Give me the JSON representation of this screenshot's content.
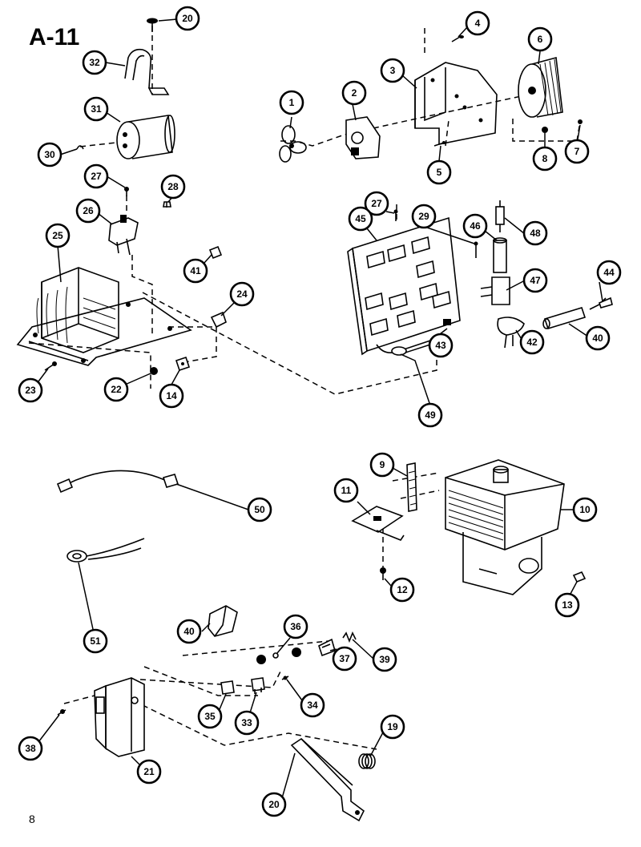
{
  "diagram": {
    "title": "A-11",
    "page_number": "8"
  },
  "callouts": [
    "1",
    "2",
    "3",
    "4",
    "6",
    "8",
    "7",
    "5",
    "20",
    "32",
    "31",
    "30",
    "27",
    "26",
    "28",
    "25",
    "41",
    "24",
    "23",
    "22",
    "14",
    "27",
    "29",
    "45",
    "46",
    "48",
    "47",
    "44",
    "42",
    "43",
    "40",
    "49",
    "9",
    "11",
    "10",
    "12",
    "13",
    "50",
    "51",
    "40",
    "36",
    "39",
    "37",
    "35",
    "33",
    "34",
    "38",
    "21",
    "19",
    "20"
  ]
}
